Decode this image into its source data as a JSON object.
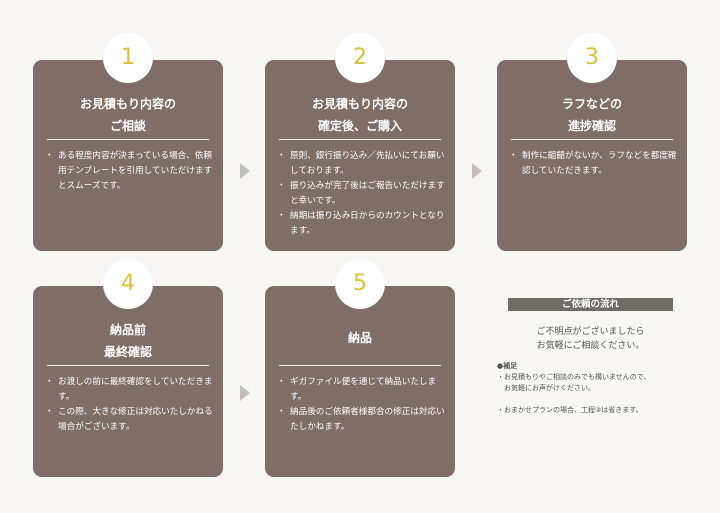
{
  "steps": [
    {
      "number": "1",
      "title_lines": [
        "お見積もり内容の",
        "ご相談"
      ],
      "bullets": [
        "ある程度内容が決まっている場合、依頼用テンプレートを引用していただけますとスムーズです。"
      ]
    },
    {
      "number": "2",
      "title_lines": [
        "お見積もり内容の",
        "確定後、ご購入"
      ],
      "bullets": [
        "原則、銀行振り込み／先払いにてお願いしております。",
        "振り込みが完了後はご報告いただけますと幸いです。",
        "納期は振り込み日からのカウントとなります。"
      ]
    },
    {
      "number": "3",
      "title_lines": [
        "ラフなどの",
        "進捗確認"
      ],
      "bullets": [
        "制作に齟齬がないか、ラフなどを都度確認していただきます。"
      ]
    },
    {
      "number": "4",
      "title_lines": [
        "納品前",
        "最終確認"
      ],
      "bullets": [
        "お渡しの前に最終確認をしていただきます。",
        "この際、大きな修正は対応いたしかねる場合がございます。"
      ]
    },
    {
      "number": "5",
      "title_lines": [
        "納品"
      ],
      "bullets": [
        "ギガファイル便を通じて納品いたします。",
        "納品後のご依頼者様都合の修正は対応いたしかねます。"
      ]
    }
  ],
  "info": {
    "title": "ご依頼の流れ",
    "lead_lines": [
      "ご不明点がございましたら",
      "お気軽にご相談ください。"
    ],
    "notes_heading": "●補足",
    "note1_line1": "・お見積もりやご相談のみでも構いませんので、",
    "note1_line2": "　お気軽にお声がけください。",
    "note2": "・おまかせプランの場合、工程③は省きます。"
  },
  "colors": {
    "card": "#7f6d67",
    "number": "#d8c23a",
    "arrow": "#c4bcb8",
    "background": "#f8f6f3"
  }
}
